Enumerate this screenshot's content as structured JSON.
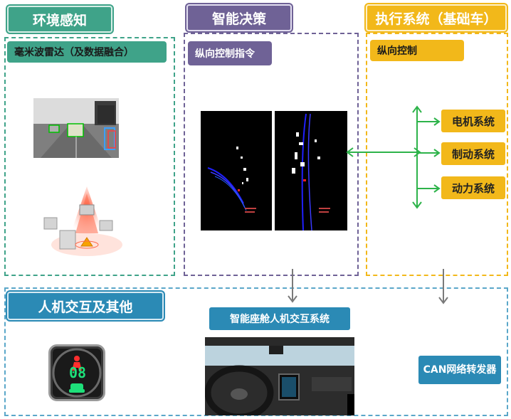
{
  "sections": {
    "perception": {
      "title": "环境感知",
      "subtitle": "毫米波雷达（及数据融合）"
    },
    "decision": {
      "title": "智能决策",
      "subtitle": "纵向控制指令"
    },
    "execution": {
      "title": "执行系统（基础车）",
      "subtitle": "纵向控制"
    },
    "hmi": {
      "title": "人机交互及其他"
    }
  },
  "systems": [
    "电机系统",
    "制动系统",
    "动力系统"
  ],
  "cockpit_label": "智能座舱人机交互系统",
  "can_label": "CAN网络转发器",
  "signal_digits": "08",
  "colors": {
    "green": "#3fa389",
    "purple": "#6f6296",
    "yellow": "#f2b81a",
    "blue": "#2b8ab5",
    "arrow_green": "#2db34a"
  }
}
